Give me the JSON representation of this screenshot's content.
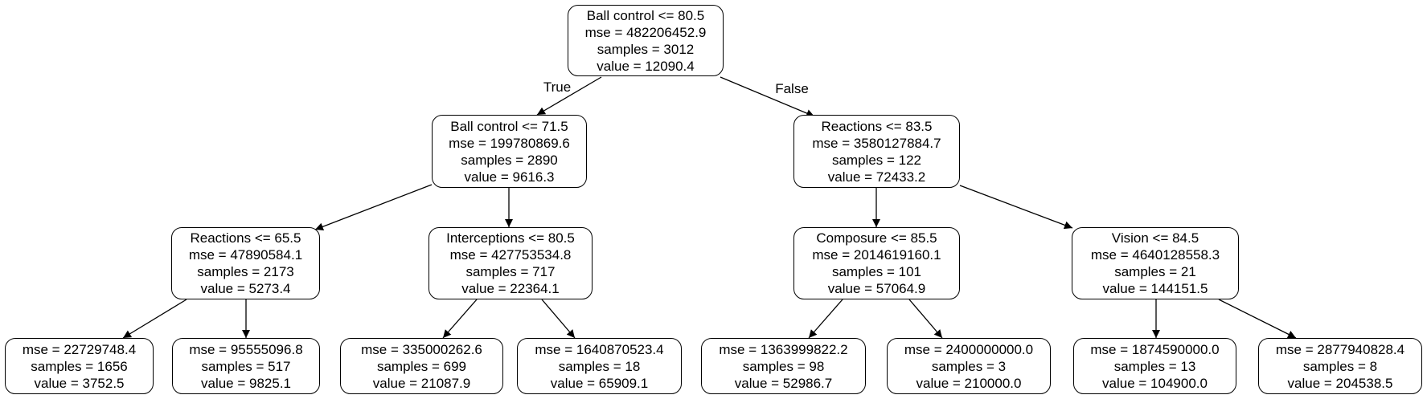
{
  "tree": {
    "nodes": [
      {
        "id": "n0",
        "lines": [
          "Ball control <= 80.5",
          "mse = 482206452.9",
          "samples = 3012",
          "value = 12090.4"
        ]
      },
      {
        "id": "n1",
        "lines": [
          "Ball control <= 71.5",
          "mse = 199780869.6",
          "samples = 2890",
          "value = 9616.3"
        ]
      },
      {
        "id": "n2",
        "lines": [
          "Reactions <= 83.5",
          "mse = 3580127884.7",
          "samples = 122",
          "value = 72433.2"
        ]
      },
      {
        "id": "n3",
        "lines": [
          "Reactions <= 65.5",
          "mse = 47890584.1",
          "samples = 2173",
          "value = 5273.4"
        ]
      },
      {
        "id": "n4",
        "lines": [
          "Interceptions <= 80.5",
          "mse = 427753534.8",
          "samples = 717",
          "value = 22364.1"
        ]
      },
      {
        "id": "n5",
        "lines": [
          "Composure <= 85.5",
          "mse = 2014619160.1",
          "samples = 101",
          "value = 57064.9"
        ]
      },
      {
        "id": "n6",
        "lines": [
          "Vision <= 84.5",
          "mse = 4640128558.3",
          "samples = 21",
          "value = 144151.5"
        ]
      },
      {
        "id": "n7",
        "lines": [
          "mse = 22729748.4",
          "samples = 1656",
          "value = 3752.5"
        ]
      },
      {
        "id": "n8",
        "lines": [
          "mse = 95555096.8",
          "samples = 517",
          "value = 9825.1"
        ]
      },
      {
        "id": "n9",
        "lines": [
          "mse = 335000262.6",
          "samples = 699",
          "value = 21087.9"
        ]
      },
      {
        "id": "n10",
        "lines": [
          "mse = 1640870523.4",
          "samples = 18",
          "value = 65909.1"
        ]
      },
      {
        "id": "n11",
        "lines": [
          "mse = 1363999822.2",
          "samples = 98",
          "value = 52986.7"
        ]
      },
      {
        "id": "n12",
        "lines": [
          "mse = 2400000000.0",
          "samples = 3",
          "value = 210000.0"
        ]
      },
      {
        "id": "n13",
        "lines": [
          "mse = 1874590000.0",
          "samples = 13",
          "value = 104900.0"
        ]
      },
      {
        "id": "n14",
        "lines": [
          "mse = 2877940828.4",
          "samples = 8",
          "value = 204538.5"
        ]
      }
    ],
    "edges": [
      {
        "from": "n0",
        "to": "n1",
        "label": "True"
      },
      {
        "from": "n0",
        "to": "n2",
        "label": "False"
      },
      {
        "from": "n1",
        "to": "n3",
        "label": ""
      },
      {
        "from": "n1",
        "to": "n4",
        "label": ""
      },
      {
        "from": "n2",
        "to": "n5",
        "label": ""
      },
      {
        "from": "n2",
        "to": "n6",
        "label": ""
      },
      {
        "from": "n3",
        "to": "n7",
        "label": ""
      },
      {
        "from": "n3",
        "to": "n8",
        "label": ""
      },
      {
        "from": "n4",
        "to": "n9",
        "label": ""
      },
      {
        "from": "n4",
        "to": "n10",
        "label": ""
      },
      {
        "from": "n5",
        "to": "n11",
        "label": ""
      },
      {
        "from": "n5",
        "to": "n12",
        "label": ""
      },
      {
        "from": "n6",
        "to": "n13",
        "label": ""
      },
      {
        "from": "n6",
        "to": "n14",
        "label": ""
      }
    ]
  }
}
